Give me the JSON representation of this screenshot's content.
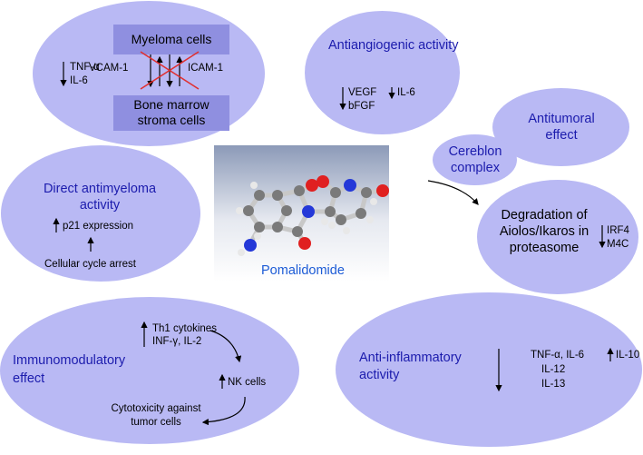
{
  "myeloma_interaction": {
    "top_box": "Myeloma cells",
    "bottom_box": "Bone marrow stroma cells",
    "left_label": "VCAM-1",
    "right_label": "ICAM-1",
    "cytokines": [
      "TNF-α",
      "IL-6"
    ]
  },
  "antiangiogenic": {
    "title": "Antiangiogenic activity",
    "items_left": [
      "VEGF",
      "bFGF"
    ],
    "items_right": [
      "IL-6"
    ]
  },
  "antitumoral": {
    "title": "Antitumoral effect"
  },
  "cereblon": {
    "title": "Cereblon complex"
  },
  "degradation": {
    "title": "Degradation of Aiolos/Ikaros in proteasome",
    "targets": [
      "IRF4",
      "M4C"
    ]
  },
  "direct": {
    "title": "Direct antimyeloma activity",
    "expression": "p21 expression",
    "arrest": "Cellular cycle arrest"
  },
  "drug": {
    "name": "Pomalidomide"
  },
  "immuno": {
    "title": "Immunomodulatory effect",
    "cytokines_line1": "Th1 cytokines",
    "cytokines_line2": "INF-γ, IL-2",
    "nk": "NK cells",
    "cytotox_line1": "Cytotoxicity against",
    "cytotox_line2": "tumor cells"
  },
  "antiinflam": {
    "title": "Anti-inflammatory activity",
    "decreased": [
      "TNF-α, IL-6",
      "IL-12",
      "IL-13"
    ],
    "increased": "IL-10"
  },
  "colors": {
    "ellipse": "#b9b9f4",
    "box": "#8f8fe0",
    "title_text": "#1c1cad",
    "caption": "#1c5bd6"
  }
}
